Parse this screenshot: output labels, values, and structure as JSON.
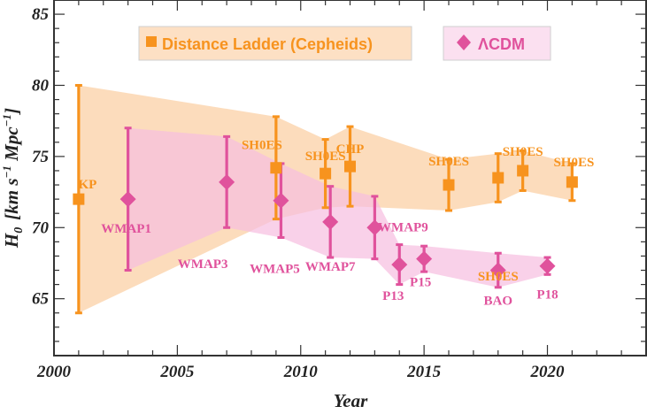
{
  "chart_data": {
    "type": "scatter",
    "xlabel": "Year",
    "ylabel_main": "H",
    "ylabel_sub": "0",
    "ylabel_units": "[km s",
    "ylabel_units_sup1": "−1",
    "ylabel_units_mid": " Mpc",
    "ylabel_units_sup2": "−1",
    "ylabel_units_end": "]",
    "xlim": [
      2000,
      2024
    ],
    "ylim": [
      61,
      86
    ],
    "xticks": [
      2000,
      2005,
      2010,
      2015,
      2020
    ],
    "yticks": [
      65,
      70,
      75,
      80,
      85
    ],
    "legend": {
      "placement": "top",
      "entries": [
        {
          "label": "Distance Ladder (Cepheids)",
          "marker": "square",
          "color": "#f7931e"
        },
        {
          "label": "ΛCDM",
          "marker": "diamond",
          "color": "#e0529c"
        }
      ]
    },
    "series": [
      {
        "name": "Distance Ladder (Cepheids)",
        "color": "#f7931e",
        "band_color": "#fbd6b0",
        "marker": "square",
        "points": [
          {
            "x": 2001,
            "y": 72.0,
            "lo": 64.0,
            "hi": 80.0,
            "label": "KP"
          },
          {
            "x": 2009,
            "y": 74.2,
            "lo": 70.6,
            "hi": 77.8,
            "label": "SH0ES"
          },
          {
            "x": 2011,
            "y": 73.8,
            "lo": 71.4,
            "hi": 76.2,
            "label": "SH0ES"
          },
          {
            "x": 2012,
            "y": 74.3,
            "lo": 71.5,
            "hi": 77.1,
            "label": "CHP"
          },
          {
            "x": 2016,
            "y": 73.0,
            "lo": 71.2,
            "hi": 74.8,
            "label": "SH0ES"
          },
          {
            "x": 2018,
            "y": 73.5,
            "lo": 71.8,
            "hi": 75.2,
            "label": "SH0ES"
          },
          {
            "x": 2019,
            "y": 74.0,
            "lo": 72.6,
            "hi": 75.4,
            "label": "SH0ES"
          },
          {
            "x": 2021,
            "y": 73.2,
            "lo": 71.9,
            "hi": 74.5,
            "label": "SH0ES"
          }
        ]
      },
      {
        "name": "ΛCDM",
        "color": "#e0529c",
        "band_color": "#f7bde0",
        "marker": "diamond",
        "points": [
          {
            "x": 2003,
            "y": 72.0,
            "lo": 67.0,
            "hi": 77.0,
            "label": "WMAP1"
          },
          {
            "x": 2007,
            "y": 73.2,
            "lo": 70.0,
            "hi": 76.4,
            "label": "WMAP3"
          },
          {
            "x": 2009.2,
            "y": 71.9,
            "lo": 69.3,
            "hi": 74.5,
            "label": "WMAP5"
          },
          {
            "x": 2011.2,
            "y": 70.4,
            "lo": 67.9,
            "hi": 72.9,
            "label": "WMAP7"
          },
          {
            "x": 2013,
            "y": 70.0,
            "lo": 67.8,
            "hi": 72.2,
            "label": "WMAP9"
          },
          {
            "x": 2014,
            "y": 67.4,
            "lo": 66.0,
            "hi": 68.8,
            "label": "P13"
          },
          {
            "x": 2015,
            "y": 67.8,
            "lo": 66.9,
            "hi": 68.7,
            "label": "P15"
          },
          {
            "x": 2018,
            "y": 67.0,
            "lo": 65.8,
            "hi": 68.2,
            "label": "BAO"
          },
          {
            "x": 2020,
            "y": 67.3,
            "lo": 66.7,
            "hi": 67.9,
            "label": "P18"
          }
        ]
      }
    ]
  }
}
